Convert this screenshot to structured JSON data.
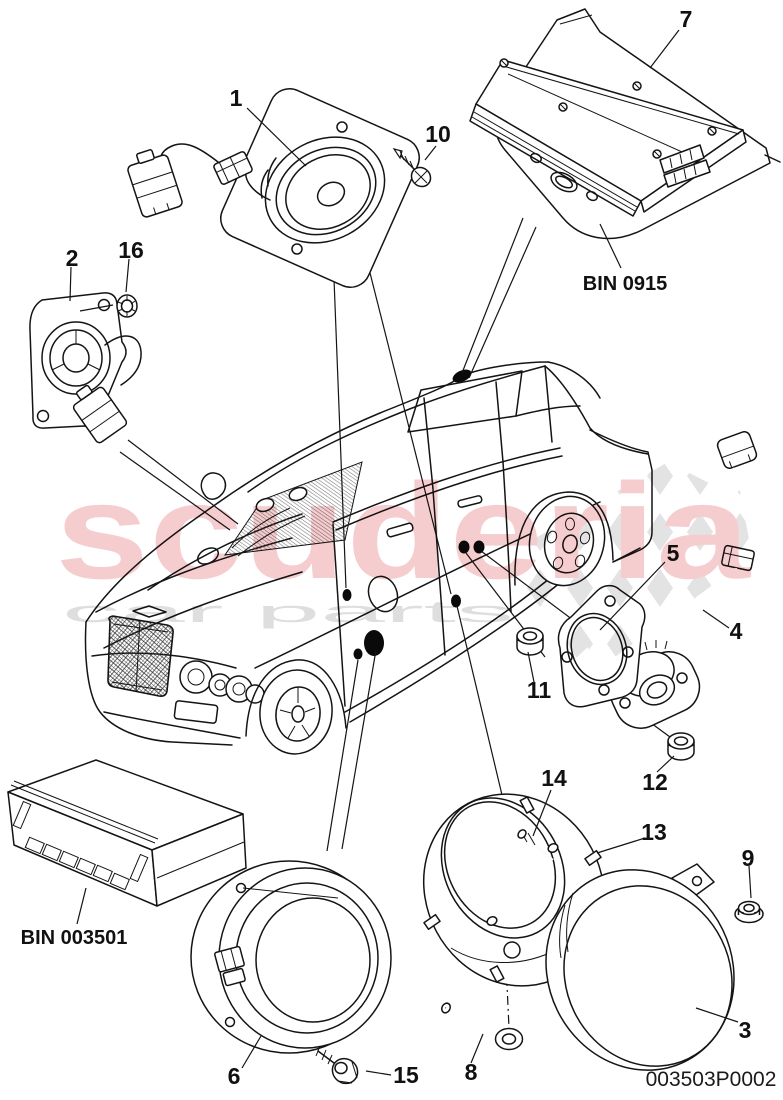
{
  "watermark": {
    "brand": "scuderia",
    "tagline": "car parts"
  },
  "labels": {
    "amplifier_bin": "BIN 0915",
    "head_unit_bin": "BIN 003501",
    "drawing_number": "003503P0002"
  },
  "callouts": [
    {
      "number": "1",
      "part": "front-door-speaker"
    },
    {
      "number": "2",
      "part": "tweeter-with-bracket"
    },
    {
      "number": "3",
      "part": "rear-shelf-speaker"
    },
    {
      "number": "4",
      "part": "speaker-wiring-harness"
    },
    {
      "number": "5",
      "part": "speaker-gasket"
    },
    {
      "number": "6",
      "part": "door-subwoofer"
    },
    {
      "number": "7",
      "part": "amplifier-with-bracket"
    },
    {
      "number": "8",
      "part": "locating-pin"
    },
    {
      "number": "9",
      "part": "flange-nut"
    },
    {
      "number": "10",
      "part": "tapping-screw"
    },
    {
      "number": "11",
      "part": "hex-nut"
    },
    {
      "number": "12",
      "part": "hex-nut"
    },
    {
      "number": "13",
      "part": "speaker-mounting-frame"
    },
    {
      "number": "14",
      "part": "retaining-pin"
    },
    {
      "number": "15",
      "part": "socket-head-bolt"
    },
    {
      "number": "16",
      "part": "spring-clip"
    }
  ]
}
